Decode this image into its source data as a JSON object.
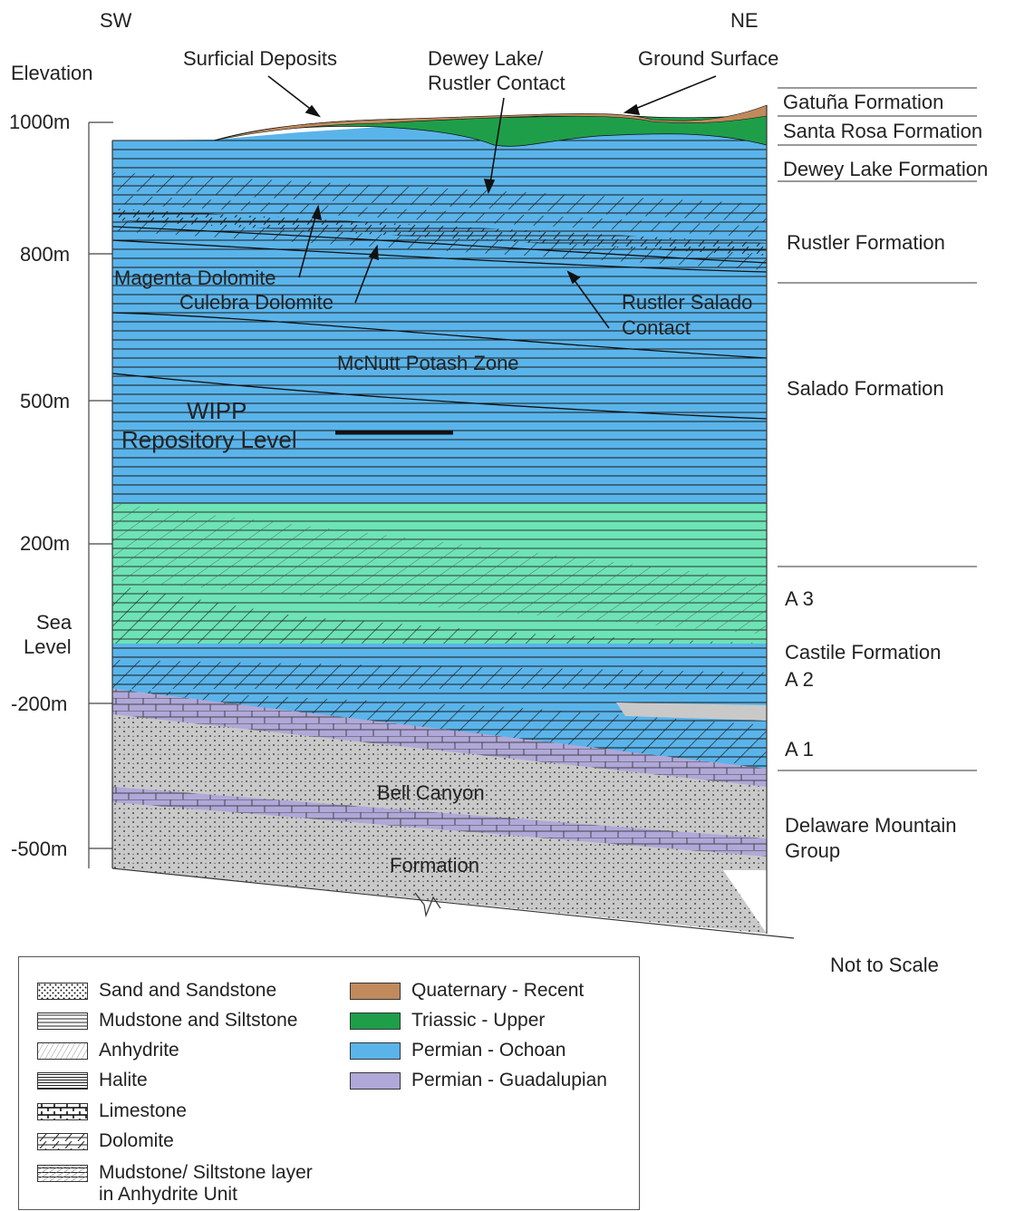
{
  "header": {
    "left_dir": "SW",
    "right_dir": "NE",
    "axis_title": "Elevation"
  },
  "elevation_ticks": [
    "1000m",
    "800m",
    "500m",
    "200m",
    "-200m",
    "-500m"
  ],
  "sea_level": [
    "Sea",
    "Level"
  ],
  "callouts": {
    "surficial": "Surficial Deposits",
    "dewey_rustler_1": "Dewey Lake/",
    "dewey_rustler_2": "Rustler Contact",
    "ground": "Ground Surface",
    "magenta": "Magenta Dolomite",
    "culebra": "Culebra Dolomite",
    "rustler_salado_1": "Rustler Salado",
    "rustler_salado_2": "Contact",
    "mcnutt": "McNutt Potash Zone",
    "wipp_1": "WIPP",
    "wipp_2": "Repository Level",
    "bell_canyon": "Bell Canyon",
    "formation": "Formation"
  },
  "formations": {
    "gatuna": "Gatuña Formation",
    "santa_rosa": "Santa Rosa Formation",
    "dewey": "Dewey Lake Formation",
    "rustler": "Rustler Formation",
    "salado": "Salado Formation",
    "a3": "A 3",
    "castile": "Castile Formation",
    "a2": "A 2",
    "a1": "A 1",
    "delaware_1": "Delaware Mountain",
    "delaware_2": "Group"
  },
  "scale_note": "Not to Scale",
  "colors": {
    "quaternary": "#c08a5c",
    "triassic": "#1f9e4a",
    "ochoan": "#5ab4ea",
    "guadalupian": "#b0a8d8",
    "castile_green": "#6ee3b6",
    "sand_gray": "#c9c9c9"
  },
  "legend": {
    "lithology": [
      {
        "label": "Sand and Sandstone",
        "pattern": "sand"
      },
      {
        "label": "Mudstone and Siltstone",
        "pattern": "mudstone"
      },
      {
        "label": "Anhydrite",
        "pattern": "anhydrite"
      },
      {
        "label": "Halite",
        "pattern": "halite"
      },
      {
        "label": "Limestone",
        "pattern": "limestone"
      },
      {
        "label": "Dolomite",
        "pattern": "dolomite"
      },
      {
        "label": "Mudstone/ Siltstone layer",
        "label2": "in Anhydrite Unit",
        "pattern": "mud-anhydrite"
      }
    ],
    "ages": [
      {
        "label": "Quaternary - Recent",
        "color": "#c08a5c"
      },
      {
        "label": "Triassic - Upper",
        "color": "#1f9e4a"
      },
      {
        "label": "Permian - Ochoan",
        "color": "#5ab4ea"
      },
      {
        "label": "Permian - Guadalupian",
        "color": "#b0a8d8"
      }
    ]
  }
}
